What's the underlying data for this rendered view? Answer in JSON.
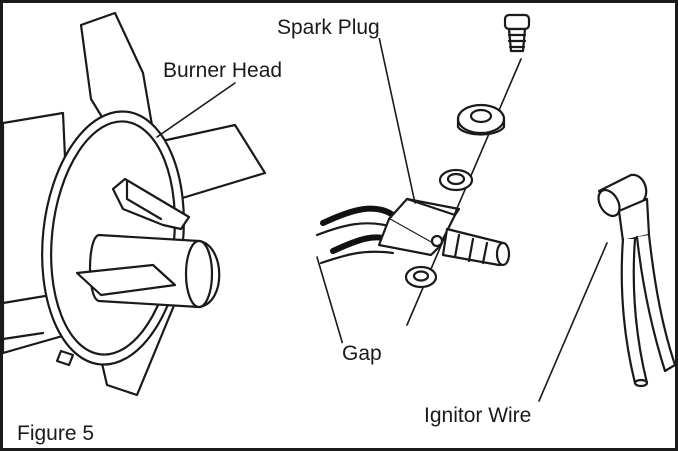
{
  "labels": {
    "spark_plug": "Spark Plug",
    "burner_head": "Burner Head",
    "gap": "Gap",
    "ignitor_wire": "Ignitor Wire"
  },
  "caption": "Figure 5",
  "colors": {
    "line": "#1a1a1a",
    "fill": "#ffffff",
    "wire_dark": "#111111"
  }
}
